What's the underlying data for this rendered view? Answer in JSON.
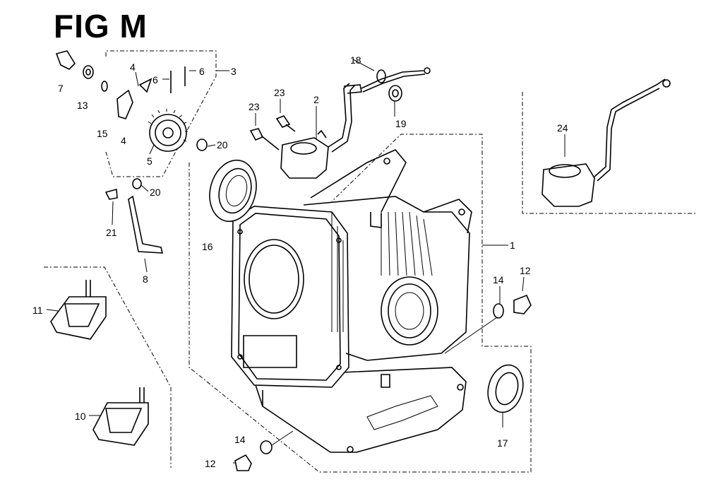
{
  "title": "FIG M",
  "callouts": [
    {
      "id": "c1",
      "text": "1"
    },
    {
      "id": "c2",
      "text": "2"
    },
    {
      "id": "c3",
      "text": "3"
    },
    {
      "id": "c4a",
      "text": "4"
    },
    {
      "id": "c4b",
      "text": "4"
    },
    {
      "id": "c5",
      "text": "5"
    },
    {
      "id": "c6a",
      "text": "6"
    },
    {
      "id": "c6b",
      "text": "6"
    },
    {
      "id": "c7",
      "text": "7"
    },
    {
      "id": "c8",
      "text": "8"
    },
    {
      "id": "c10",
      "text": "10"
    },
    {
      "id": "c11",
      "text": "11"
    },
    {
      "id": "c12a",
      "text": "12"
    },
    {
      "id": "c12b",
      "text": "12"
    },
    {
      "id": "c13",
      "text": "13"
    },
    {
      "id": "c14a",
      "text": "14"
    },
    {
      "id": "c14b",
      "text": "14"
    },
    {
      "id": "c15",
      "text": "15"
    },
    {
      "id": "c16",
      "text": "16"
    },
    {
      "id": "c17",
      "text": "17"
    },
    {
      "id": "c18",
      "text": "18"
    },
    {
      "id": "c19",
      "text": "19"
    },
    {
      "id": "c20a",
      "text": "20"
    },
    {
      "id": "c20b",
      "text": "20"
    },
    {
      "id": "c21",
      "text": "21"
    },
    {
      "id": "c23a",
      "text": "23"
    },
    {
      "id": "c23b",
      "text": "23"
    },
    {
      "id": "c24",
      "text": "24"
    }
  ]
}
